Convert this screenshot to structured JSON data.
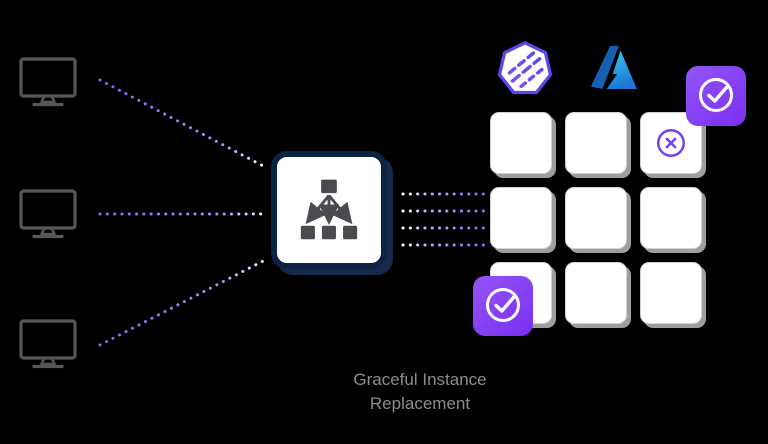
{
  "caption": {
    "line1": "Graceful Instance",
    "line2": "Replacement",
    "full_text": "Graceful Instance Replacement"
  },
  "colors": {
    "background": "#000000",
    "connector_purple": "#8566f7",
    "connector_fade_white": "#ffffff",
    "accent_purple": "#7a3bf5",
    "badge_gradient_start": "#9355f7",
    "badge_gradient_end": "#7a2ff0",
    "box_border_navy": "#0d2342",
    "box_shadow_navy": "#16294a",
    "icon_gray": "#55575a",
    "lb_icon_gray": "#4a4b4e",
    "cell_border": "#d2d2d2",
    "cell_shadow": "#9e9e9e",
    "caption_gray": "#8a8d90",
    "spot_purple": "#5f45ee",
    "azure_blue_dark": "#175fb0",
    "azure_blue_light": "#3cc9f5"
  },
  "nodes": {
    "clients": [
      {
        "id": "client-1",
        "icon": "monitor-icon"
      },
      {
        "id": "client-2",
        "icon": "monitor-icon"
      },
      {
        "id": "client-3",
        "icon": "monitor-icon"
      }
    ],
    "load_balancer": {
      "id": "load-balancer",
      "icon": "load-balancer-icon"
    },
    "instance_grid": {
      "rows": 3,
      "cols": 3,
      "failing_cell": {
        "row": 1,
        "col": 3,
        "icon": "x-circle-icon"
      }
    },
    "badges": [
      {
        "id": "replacement-badge-top",
        "icon": "check-circle-icon"
      },
      {
        "id": "replacement-badge-bottom",
        "icon": "check-circle-icon"
      }
    ],
    "logos": [
      {
        "id": "spot-logo",
        "icon": "spot-heptagon-icon"
      },
      {
        "id": "azure-logo",
        "icon": "azure-icon"
      }
    ]
  }
}
